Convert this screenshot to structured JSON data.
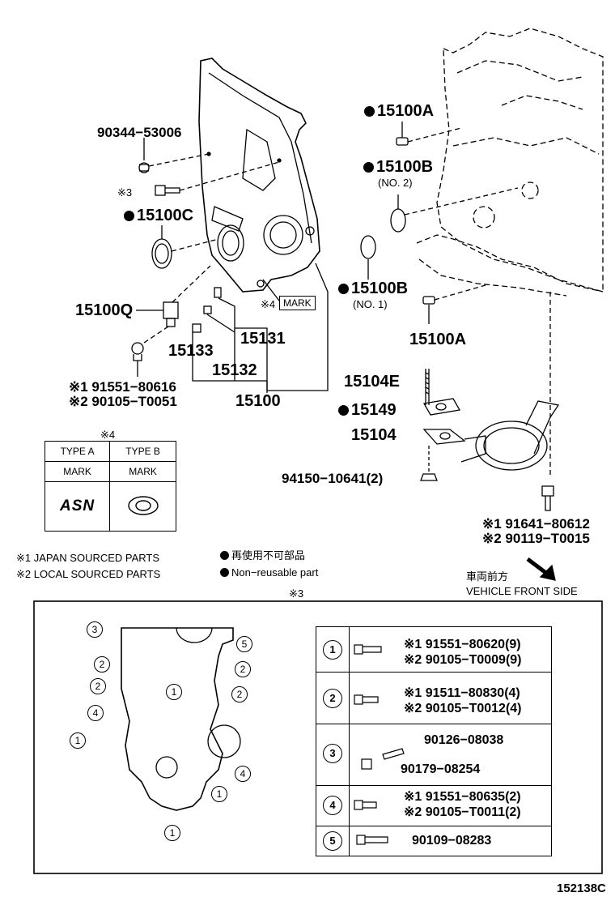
{
  "parts": {
    "p_90344": "90344−53006",
    "note3_marker": "※3",
    "p_15100C": "15100C",
    "p_15100Q": "15100Q",
    "note4_marker": "※4",
    "mark_label": "MARK",
    "p_15131": "15131",
    "p_15133": "15133",
    "p_15132": "15132",
    "p_15100": "15100",
    "bolt_japan": "※1 91551−80616",
    "bolt_local": "※2 90105−T0051",
    "p_15100A_top": "15100A",
    "p_15100B_no2": "15100B",
    "no2": "(NO. 2)",
    "p_15100B_no1": "15100B",
    "no1": "(NO. 1)",
    "p_15100A_bottom": "15100A",
    "p_15104E": "15104E",
    "p_15149": "15149",
    "p_15104": "15104",
    "nut": "94150−10641(2)",
    "pan_bolt_japan": "※1 91641−80612",
    "pan_bolt_local": "※2 90119−T0015"
  },
  "type_table": {
    "header_note": "※4",
    "col_a": "TYPE A",
    "col_b": "TYPE B",
    "mark_a": "MARK",
    "mark_b": "MARK",
    "logo_a": "ASN"
  },
  "legend": {
    "japan": "※1  JAPAN SOURCED PARTS",
    "local": "※2  LOCAL SOURCED PARTS",
    "nonreusable_jp": "再使用不可部品",
    "nonreusable_en": "Non−reusable part",
    "front_jp": "車両前方",
    "front_en": "VEHICLE FRONT SIDE"
  },
  "detail": {
    "title": "※3",
    "callouts": {
      "c1": "1",
      "c2": "2",
      "c3": "3",
      "c4": "4",
      "c5": "5"
    },
    "rows": [
      {
        "num": "1",
        "line1": "※1 91551−80620(9)",
        "line2": "※2 90105−T0009(9)"
      },
      {
        "num": "2",
        "line1": "※1 91511−80830(4)",
        "line2": "※2 90105−T0012(4)"
      },
      {
        "num": "3",
        "line1": "90126−08038",
        "line2": "90179−08254"
      },
      {
        "num": "4",
        "line1": "※1 91551−80635(2)",
        "line2": "※2 90105−T0011(2)"
      },
      {
        "num": "5",
        "line1": "90109−08283",
        "line2": ""
      }
    ]
  },
  "footer": {
    "code": "152138C"
  }
}
